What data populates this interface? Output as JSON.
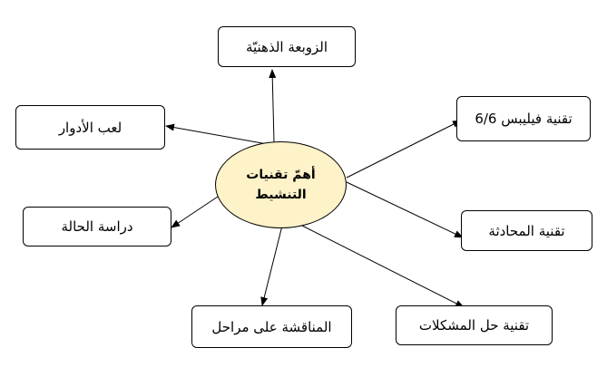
{
  "center": {
    "line1": "أهمّ تقنيات",
    "line2": "التنشيط"
  },
  "nodes": {
    "brainstorm": "الزوبعة الذهنيّة",
    "roleplay": "لعب الأدوار",
    "phillips": "تقنية فيليبس 6/6",
    "case_study": "دراسة الحالة",
    "conversation": "تقنية المحادثة",
    "discussion": "المناقشة على مراحل",
    "problem_solving": "تقنية حل المشكلات"
  },
  "colors": {
    "center_fill": "#fdf2c8",
    "stroke": "#000000"
  }
}
